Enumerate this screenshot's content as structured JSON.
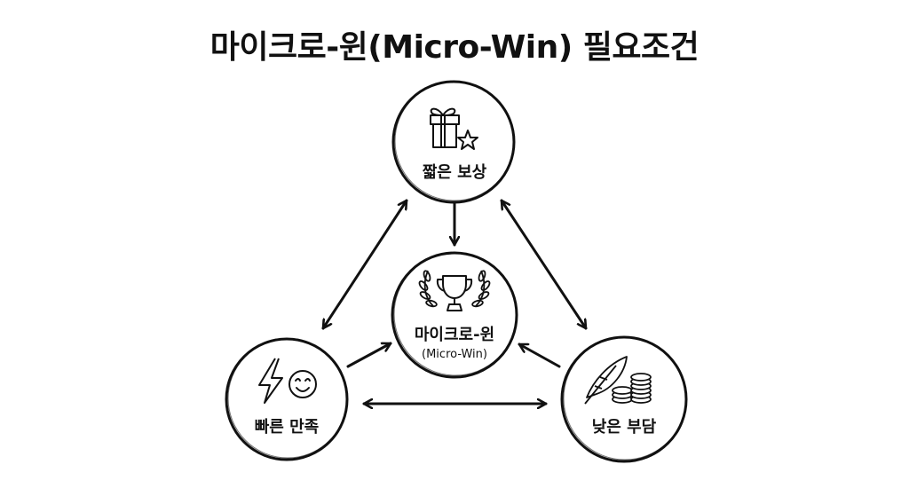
{
  "title": "마이크로-윈(Micro-Win) 필요조건",
  "nodes": {
    "top": {
      "label": "짧은 보상",
      "icons": [
        "gift-icon",
        "star-icon"
      ]
    },
    "center": {
      "label": "마이크로-윈",
      "sublabel": "(Micro-Win)",
      "icons": [
        "laurel-icon",
        "trophy-icon"
      ]
    },
    "left": {
      "label": "빠른 만족",
      "icons": [
        "lightning-icon",
        "smiley-icon"
      ]
    },
    "right": {
      "label": "낮은 부담",
      "icons": [
        "feather-icon",
        "coins-icon"
      ]
    }
  },
  "edges": [
    {
      "from": "top",
      "to": "center",
      "type": "single"
    },
    {
      "from": "left",
      "to": "center",
      "type": "single"
    },
    {
      "from": "right",
      "to": "center",
      "type": "single"
    },
    {
      "from": "top",
      "to": "left",
      "type": "double"
    },
    {
      "from": "top",
      "to": "right",
      "type": "double"
    },
    {
      "from": "left",
      "to": "right",
      "type": "double"
    }
  ],
  "colors": {
    "ink": "#111111",
    "background": "#ffffff"
  }
}
